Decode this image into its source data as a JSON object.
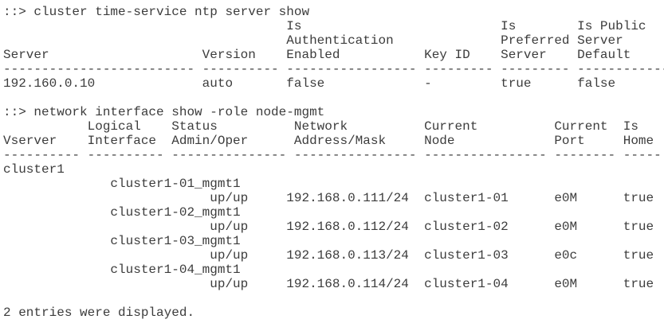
{
  "terminal": {
    "background": "#ffffff",
    "text_color": "#3c3c3c",
    "commands": {
      "ntp_show": "::> cluster time-service ntp server show",
      "net_int_show": "::> network interface show -role node-mgmt"
    },
    "ntp_table": {
      "columns": [
        "Server",
        "Version",
        "Is Authentication Enabled",
        "Key ID",
        "Is Preferred Server",
        "Is Public Server Default"
      ],
      "rows": [
        [
          "192.160.0.10",
          "auto",
          "false",
          "-",
          "true",
          "false"
        ]
      ]
    },
    "network_table": {
      "columns": [
        "Vserver",
        "Logical Interface",
        "Status Admin/Oper",
        "Network Address/Mask",
        "Current Node",
        "Current Port",
        "Is Home"
      ],
      "vserver": "cluster1",
      "rows": [
        [
          "cluster1-01_mgmt1",
          "up/up",
          "192.168.0.111/24",
          "cluster1-01",
          "e0M",
          "true"
        ],
        [
          "cluster1-02_mgmt1",
          "up/up",
          "192.168.0.112/24",
          "cluster1-02",
          "e0M",
          "true"
        ],
        [
          "cluster1-03_mgmt1",
          "up/up",
          "192.168.0.113/24",
          "cluster1-03",
          "e0c",
          "true"
        ],
        [
          "cluster1-04_mgmt1",
          "up/up",
          "192.168.0.114/24",
          "cluster1-04",
          "e0M",
          "true"
        ]
      ],
      "footer": "2 entries were displayed."
    },
    "lines": [
      {
        "tokens": [
          {
            "col": 0,
            "text": "::> cluster time-service ntp server show"
          }
        ]
      },
      {
        "tokens": [
          {
            "col": 37,
            "text": "Is"
          },
          {
            "col": 65,
            "text": "Is"
          },
          {
            "col": 75,
            "text": "Is Public"
          }
        ]
      },
      {
        "tokens": [
          {
            "col": 37,
            "text": "Authentication"
          },
          {
            "col": 65,
            "text": "Preferred"
          },
          {
            "col": 75,
            "text": "Server"
          }
        ]
      },
      {
        "tokens": [
          {
            "col": 0,
            "text": "Server"
          },
          {
            "col": 26,
            "text": "Version"
          },
          {
            "col": 37,
            "text": "Enabled"
          },
          {
            "col": 55,
            "text": "Key ID"
          },
          {
            "col": 65,
            "text": "Server"
          },
          {
            "col": 75,
            "text": "Default"
          }
        ]
      },
      {
        "tokens": [
          {
            "col": 0,
            "text": "-------------------------"
          },
          {
            "col": 26,
            "text": "----------"
          },
          {
            "col": 37,
            "text": "-----------------"
          },
          {
            "col": 55,
            "text": "---------"
          },
          {
            "col": 65,
            "text": "---------"
          },
          {
            "col": 75,
            "text": "------------"
          }
        ]
      },
      {
        "tokens": [
          {
            "col": 0,
            "text": "192.160.0.10"
          },
          {
            "col": 26,
            "text": "auto"
          },
          {
            "col": 37,
            "text": "false"
          },
          {
            "col": 55,
            "text": "-"
          },
          {
            "col": 65,
            "text": "true"
          },
          {
            "col": 75,
            "text": "false"
          }
        ]
      },
      {
        "tokens": []
      },
      {
        "tokens": [
          {
            "col": 0,
            "text": "::> network interface show -role node-mgmt"
          }
        ]
      },
      {
        "tokens": [
          {
            "col": 11,
            "text": "Logical"
          },
          {
            "col": 22,
            "text": "Status"
          },
          {
            "col": 38,
            "text": "Network"
          },
          {
            "col": 55,
            "text": "Current"
          },
          {
            "col": 72,
            "text": "Current"
          },
          {
            "col": 81,
            "text": "Is"
          }
        ]
      },
      {
        "tokens": [
          {
            "col": 0,
            "text": "Vserver"
          },
          {
            "col": 11,
            "text": "Interface"
          },
          {
            "col": 22,
            "text": "Admin/Oper"
          },
          {
            "col": 38,
            "text": "Address/Mask"
          },
          {
            "col": 55,
            "text": "Node"
          },
          {
            "col": 72,
            "text": "Port"
          },
          {
            "col": 81,
            "text": "Home"
          }
        ]
      },
      {
        "tokens": [
          {
            "col": 0,
            "text": "----------"
          },
          {
            "col": 11,
            "text": "----------"
          },
          {
            "col": 22,
            "text": "---------------"
          },
          {
            "col": 38,
            "text": "----------------"
          },
          {
            "col": 55,
            "text": "----------------"
          },
          {
            "col": 72,
            "text": "--------"
          },
          {
            "col": 81,
            "text": "-----"
          }
        ]
      },
      {
        "tokens": [
          {
            "col": 0,
            "text": "cluster1"
          }
        ]
      },
      {
        "tokens": [
          {
            "col": 14,
            "text": "cluster1-01_mgmt1"
          }
        ]
      },
      {
        "tokens": [
          {
            "col": 27,
            "text": "up/up"
          },
          {
            "col": 37,
            "text": "192.168.0.111/24"
          },
          {
            "col": 55,
            "text": "cluster1-01"
          },
          {
            "col": 72,
            "text": "e0M"
          },
          {
            "col": 81,
            "text": "true"
          }
        ]
      },
      {
        "tokens": [
          {
            "col": 14,
            "text": "cluster1-02_mgmt1"
          }
        ]
      },
      {
        "tokens": [
          {
            "col": 27,
            "text": "up/up"
          },
          {
            "col": 37,
            "text": "192.168.0.112/24"
          },
          {
            "col": 55,
            "text": "cluster1-02"
          },
          {
            "col": 72,
            "text": "e0M"
          },
          {
            "col": 81,
            "text": "true"
          }
        ]
      },
      {
        "tokens": [
          {
            "col": 14,
            "text": "cluster1-03_mgmt1"
          }
        ]
      },
      {
        "tokens": [
          {
            "col": 27,
            "text": "up/up"
          },
          {
            "col": 37,
            "text": "192.168.0.113/24"
          },
          {
            "col": 55,
            "text": "cluster1-03"
          },
          {
            "col": 72,
            "text": "e0c"
          },
          {
            "col": 81,
            "text": "true"
          }
        ]
      },
      {
        "tokens": [
          {
            "col": 14,
            "text": "cluster1-04_mgmt1"
          }
        ]
      },
      {
        "tokens": [
          {
            "col": 27,
            "text": "up/up"
          },
          {
            "col": 37,
            "text": "192.168.0.114/24"
          },
          {
            "col": 55,
            "text": "cluster1-04"
          },
          {
            "col": 72,
            "text": "e0M"
          },
          {
            "col": 81,
            "text": "true"
          }
        ]
      },
      {
        "tokens": []
      },
      {
        "tokens": [
          {
            "col": 0,
            "text": "2 entries were displayed."
          }
        ]
      }
    ]
  }
}
